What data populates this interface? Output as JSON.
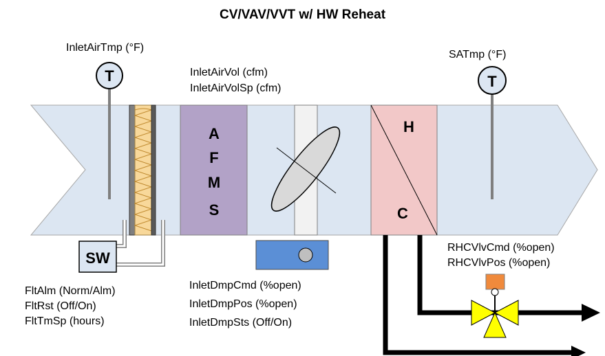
{
  "title": "CV/VAV/VVT w/ HW Reheat",
  "colors": {
    "duct": "#dce6f2",
    "afms": "#b2a2c7",
    "coil": "#f2c8c8",
    "damper_blade": "#d9d9d9",
    "actuator": "#5b8fd6",
    "valve": "#ffff00",
    "valve_actuator": "#f08a3c",
    "filter": "#f8d89a",
    "pipe": "#000000"
  },
  "inlet_air_temp": {
    "label": "InletAirTmp (°F)",
    "sensor_letter": "T"
  },
  "supply_air_temp": {
    "label": "SATmp (°F)",
    "sensor_letter": "T"
  },
  "airflow": {
    "lines": [
      "InletAirVol (cfm)",
      "InletAirVolSp (cfm)"
    ],
    "afms_letters": [
      "A",
      "F",
      "M",
      "S"
    ]
  },
  "filter": {
    "switch_label": "SW",
    "points": [
      "FltAlm (Norm/Alm)",
      "FltRst (Off/On)",
      "FltTmSp (hours)"
    ]
  },
  "damper": {
    "points": [
      "InletDmpCmd (%open)",
      "InletDmpPos (%open)",
      "InletDmpSts (Off/On)"
    ]
  },
  "coil": {
    "heat_letter": "H",
    "cool_letter": "C"
  },
  "reheat_valve": {
    "points": [
      "RHCVlvCmd (%open)",
      "RHCVlvPos (%open)"
    ]
  }
}
